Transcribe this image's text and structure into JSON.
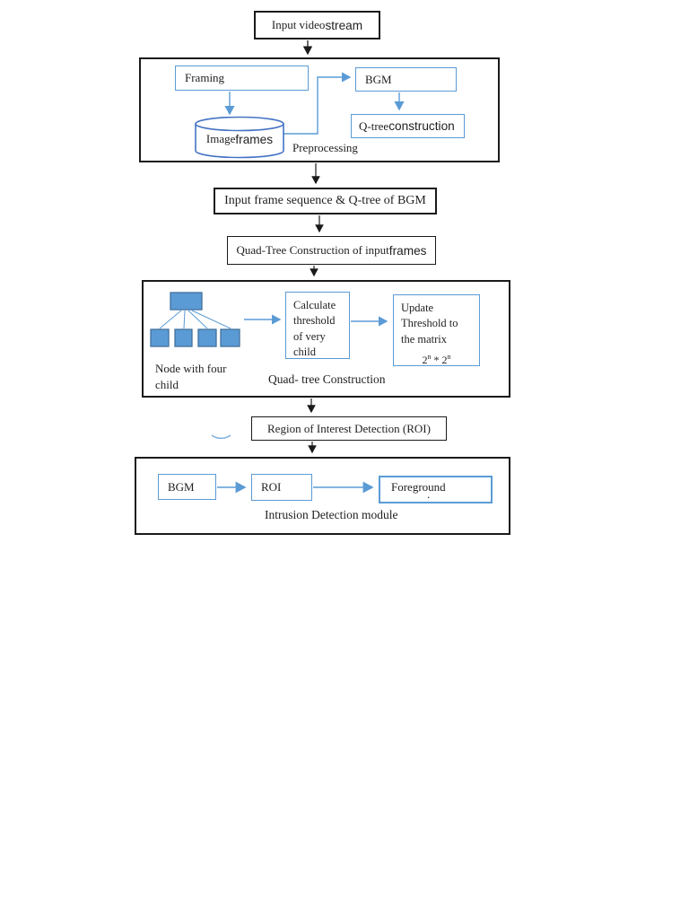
{
  "colors": {
    "frame_border": "#1a1a1a",
    "accent_blue": "#5b9bd5",
    "cylinder_blue": "#4472c4",
    "tree_node_fill": "#5b9bd5",
    "tree_node_border": "#41719c",
    "text": "#1f1f1f",
    "background": "#ffffff"
  },
  "flow": {
    "input_video": {
      "serif": "Input video ",
      "sans": "stream"
    },
    "preprocessing": {
      "label": "Preprocessing",
      "framing": "Framing",
      "bgm": "BGM",
      "image_frames": {
        "serif": "Image ",
        "sans": "frames"
      },
      "qtree_construction": {
        "serif": "Q-tree ",
        "sans": "construction"
      }
    },
    "input_frame_seq": "Input frame sequence & Q-tree of BGM",
    "quadtree_of_input": {
      "serif": "Quad-Tree Construction of input ",
      "sans": "frames"
    },
    "quad_module": {
      "label": "Quad- tree Construction",
      "node_label_line1": "Node with four",
      "node_label_line2": "child",
      "calculate": [
        "Calculate",
        "threshold",
        "of very",
        "child"
      ],
      "update": [
        "Update",
        "Threshold to",
        "the matrix"
      ],
      "matrix_expr": {
        "b1": "2",
        "s1": "n",
        "op": " * ",
        "b2": "2",
        "s2": "n"
      }
    },
    "roi_detection": "Region of Interest Detection (ROI)",
    "intrusion_module": {
      "label": "Intrusion Detection module",
      "bgm": "BGM",
      "roi": "ROI",
      "foreground": "Foreground",
      "dot": "."
    }
  }
}
